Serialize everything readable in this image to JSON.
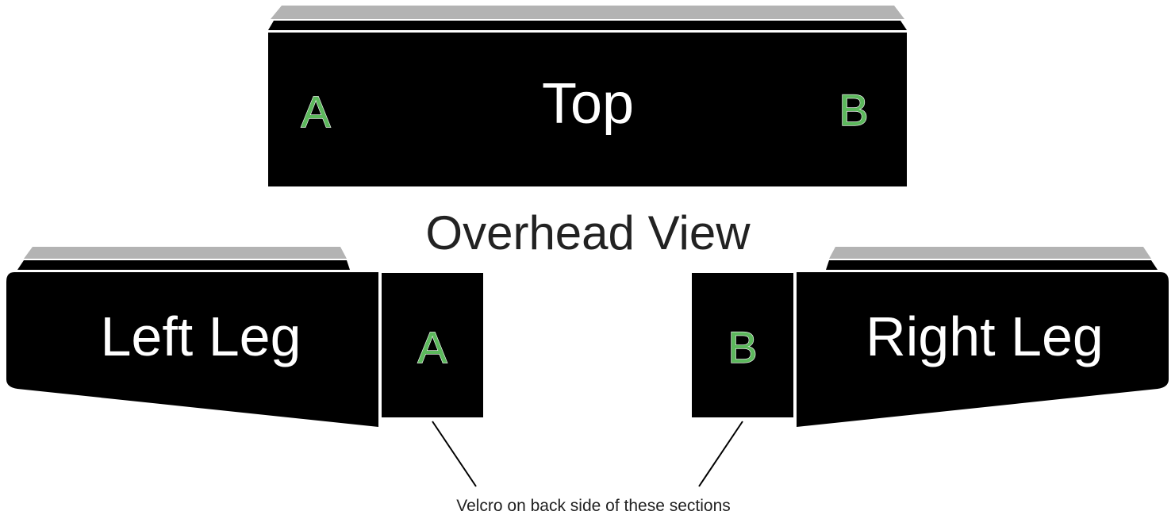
{
  "colors": {
    "panel_fill": "#000000",
    "top_strip": "#b3b3b3",
    "marker_text": "#5cb85c",
    "panel_text": "#ffffff",
    "caption_text": "#222222",
    "leader_line": "#000000"
  },
  "diagram": {
    "title": "Overhead View",
    "top_panel": {
      "label": "Top",
      "marker_left": "A",
      "marker_right": "B"
    },
    "left_leg": {
      "label": "Left Leg",
      "velcro_marker": "A"
    },
    "right_leg": {
      "label": "Right Leg",
      "velcro_marker": "B"
    },
    "callout": "Velcro on back side of these sections"
  }
}
